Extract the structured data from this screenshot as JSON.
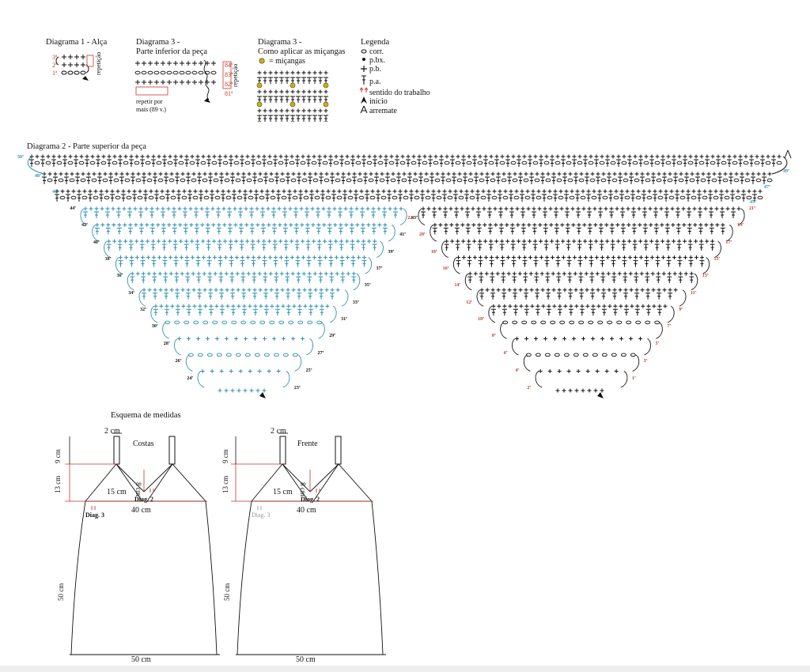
{
  "diagram1": {
    "title": "Diagrama 1 - Alça",
    "rows": [
      "3ª",
      "2ª",
      "1ª"
    ],
    "repeat_label": "repetição"
  },
  "diagram3a": {
    "title_l1": "Diagrama 3 -",
    "title_l2": "Parte inferior da peça",
    "rows": [
      "84ª",
      "83ª",
      "82ª",
      "81ª"
    ],
    "repeat_side": "repetição",
    "repeat_note_l1": "repetir por",
    "repeat_note_l2": "mais (89 v.)"
  },
  "diagram3b": {
    "title_l1": "Diagrama 3 -",
    "title_l2": "Como aplicar as miçangas",
    "bead_label": "= miçangas"
  },
  "legend": {
    "title": "Legenda",
    "items": [
      {
        "icon": "chain-icon",
        "label": "corr."
      },
      {
        "icon": "slip-stitch-icon",
        "label": "p.bx."
      },
      {
        "icon": "single-crochet-icon",
        "label": "p.b."
      },
      {
        "icon": "double-crochet-icon",
        "label": "p.a."
      },
      {
        "icon": "work-direction-icon",
        "label": "sentido do trabalho"
      },
      {
        "icon": "start-icon",
        "label": "início"
      },
      {
        "icon": "finish-icon",
        "label": "arremate"
      }
    ]
  },
  "diagram2": {
    "title": "Diagrama 2 - Parte superior da peça",
    "top_rows": [
      "50ª",
      "48ª",
      "46ª",
      "49ª",
      "47ª",
      "45ª"
    ],
    "left_rows_left": [
      "44ª",
      "42ª",
      "40ª",
      "38ª",
      "36ª",
      "34ª",
      "32ª",
      "30ª",
      "28ª",
      "26ª",
      "24ª"
    ],
    "left_rows_right": [
      "43ª",
      "41ª",
      "39ª",
      "37ª",
      "35ª",
      "33ª",
      "31ª",
      "29ª",
      "27ª",
      "25ª",
      "23ª"
    ],
    "right_rows_left": [
      "22ª",
      "20ª",
      "18ª",
      "16ª",
      "14ª",
      "12ª",
      "10ª",
      "8ª",
      "6ª",
      "4ª",
      "2ª"
    ],
    "right_rows_right": [
      "21ª",
      "19ª",
      "17ª",
      "15ª",
      "13ª",
      "11ª",
      "9ª",
      "7ª",
      "5ª",
      "3ª",
      "1ª"
    ]
  },
  "measures": {
    "title": "Esquema de medidas",
    "back": {
      "label": "Costas",
      "strap_w": "2 cm",
      "strap_h": "9 cm",
      "bodice_h": "13 cm",
      "v_depth": "8 cm",
      "half_w": "15 cm",
      "diag2": "Diag. 2",
      "diag3": "Diag. 3",
      "bust": "40 cm",
      "skirt_h": "50 cm",
      "hem": "50 cm",
      "strap_tag": "Diag. 1"
    },
    "front": {
      "label": "Frente",
      "strap_w": "2 cm",
      "strap_h": "9 cm",
      "bodice_h": "13 cm",
      "v_depth": "8 cm",
      "half_w": "15 cm",
      "diag2": "Diag. 2",
      "diag3": "Diag. 3",
      "bust": "40 cm",
      "skirt_h": "50 cm",
      "hem": "50 cm",
      "strap_tag": "Diag. 1"
    }
  },
  "colors": {
    "ink": "#111111",
    "teal": "#2e8fb0",
    "red": "#c0392b",
    "bead": "#c9b400"
  }
}
